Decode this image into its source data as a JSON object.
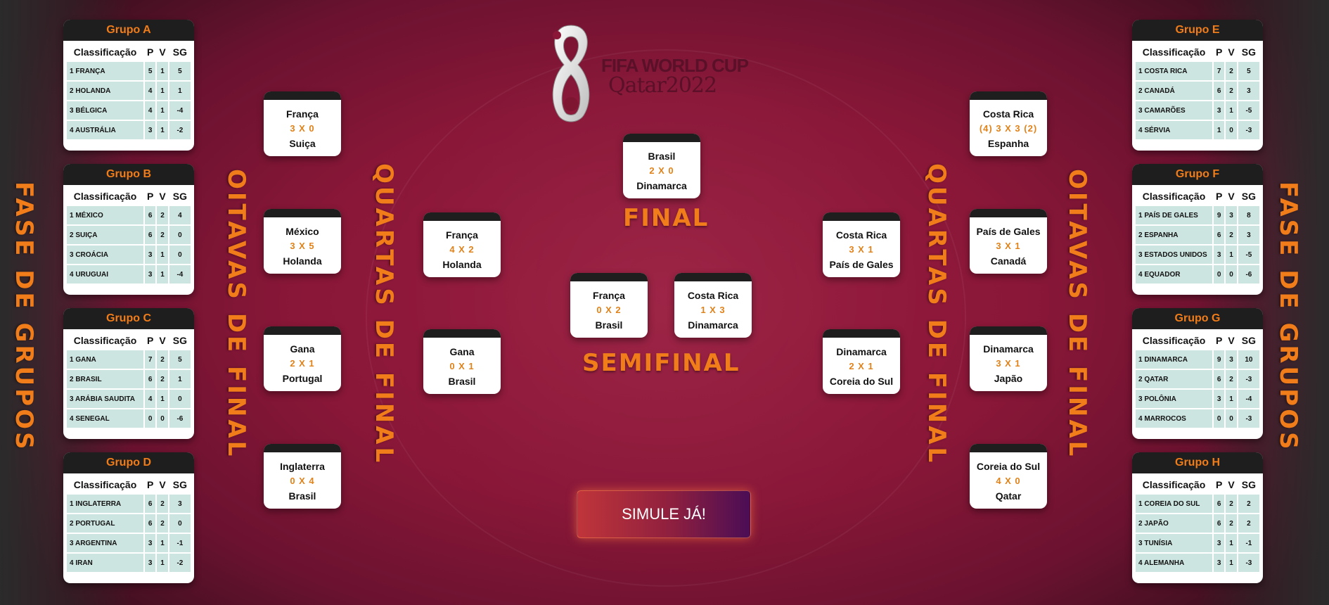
{
  "labels": {
    "fase_grupos": "FASE DE GRUPOS",
    "oitavas": "OITAVAS DE FINAL",
    "quartas": "QUARTAS DE FINAL",
    "final": "FINAL",
    "semifinal": "SEMIFINAL",
    "simulate": "SIMULE JÁ!",
    "logo_line1": "FIFA WORLD CUP",
    "logo_line2": "Qatar2022"
  },
  "table_headers": {
    "c": "Classificação",
    "p": "P",
    "v": "V",
    "sg": "SG"
  },
  "groups": [
    {
      "title": "Grupo A",
      "rows": [
        [
          "1 FRANÇA",
          "5",
          "1",
          "5"
        ],
        [
          "2 HOLANDA",
          "4",
          "1",
          "1"
        ],
        [
          "3 BÉLGICA",
          "4",
          "1",
          "-4"
        ],
        [
          "4 AUSTRÁLIA",
          "3",
          "1",
          "-2"
        ]
      ]
    },
    {
      "title": "Grupo B",
      "rows": [
        [
          "1 MÉXICO",
          "6",
          "2",
          "4"
        ],
        [
          "2 SUIÇA",
          "6",
          "2",
          "0"
        ],
        [
          "3 CROÁCIA",
          "3",
          "1",
          "0"
        ],
        [
          "4 URUGUAI",
          "3",
          "1",
          "-4"
        ]
      ]
    },
    {
      "title": "Grupo C",
      "rows": [
        [
          "1 GANA",
          "7",
          "2",
          "5"
        ],
        [
          "2 BRASIL",
          "6",
          "2",
          "1"
        ],
        [
          "3 ARÁBIA SAUDITA",
          "4",
          "1",
          "0"
        ],
        [
          "4 SENEGAL",
          "0",
          "0",
          "-6"
        ]
      ]
    },
    {
      "title": "Grupo D",
      "rows": [
        [
          "1 INGLATERRA",
          "6",
          "2",
          "3"
        ],
        [
          "2 PORTUGAL",
          "6",
          "2",
          "0"
        ],
        [
          "3 ARGENTINA",
          "3",
          "1",
          "-1"
        ],
        [
          "4 IRAN",
          "3",
          "1",
          "-2"
        ]
      ]
    },
    {
      "title": "Grupo E",
      "rows": [
        [
          "1 COSTA RICA",
          "7",
          "2",
          "5"
        ],
        [
          "2 CANADÁ",
          "6",
          "2",
          "3"
        ],
        [
          "3 CAMARÕES",
          "3",
          "1",
          "-5"
        ],
        [
          "4 SÉRVIA",
          "1",
          "0",
          "-3"
        ]
      ]
    },
    {
      "title": "Grupo F",
      "rows": [
        [
          "1 PAÍS DE GALES",
          "9",
          "3",
          "8"
        ],
        [
          "2 ESPANHA",
          "6",
          "2",
          "3"
        ],
        [
          "3 ESTADOS UNIDOS",
          "3",
          "1",
          "-5"
        ],
        [
          "4 EQUADOR",
          "0",
          "0",
          "-6"
        ]
      ]
    },
    {
      "title": "Grupo G",
      "rows": [
        [
          "1 DINAMARCA",
          "9",
          "3",
          "10"
        ],
        [
          "2 QATAR",
          "6",
          "2",
          "-3"
        ],
        [
          "3 POLÔNIA",
          "3",
          "1",
          "-4"
        ],
        [
          "4 MARROCOS",
          "0",
          "0",
          "-3"
        ]
      ]
    },
    {
      "title": "Grupo H",
      "rows": [
        [
          "1 COREIA DO SUL",
          "6",
          "2",
          "2"
        ],
        [
          "2 JAPÃO",
          "6",
          "2",
          "2"
        ],
        [
          "3 TUNÍSIA",
          "3",
          "1",
          "-1"
        ],
        [
          "4 ALEMANHA",
          "3",
          "1",
          "-3"
        ]
      ]
    }
  ],
  "matches": {
    "r16_left": [
      {
        "t1": "França",
        "score": "3 X 0",
        "t2": "Suiça"
      },
      {
        "t1": "México",
        "score": "3 X 5",
        "t2": "Holanda"
      },
      {
        "t1": "Gana",
        "score": "2 X 1",
        "t2": "Portugal"
      },
      {
        "t1": "Inglaterra",
        "score": "0 X 4",
        "t2": "Brasil"
      }
    ],
    "qf_left": [
      {
        "t1": "França",
        "score": "4 X 2",
        "t2": "Holanda"
      },
      {
        "t1": "Gana",
        "score": "0 X 1",
        "t2": "Brasil"
      }
    ],
    "sf": [
      {
        "t1": "França",
        "score": "0 X 2",
        "t2": "Brasil"
      },
      {
        "t1": "Costa Rica",
        "score": "1 X 3",
        "t2": "Dinamarca"
      }
    ],
    "final": {
      "t1": "Brasil",
      "score": "2 X 0",
      "t2": "Dinamarca"
    },
    "qf_right": [
      {
        "t1": "Costa Rica",
        "score": "3 X 1",
        "t2": "País de Gales"
      },
      {
        "t1": "Dinamarca",
        "score": "2 X 1",
        "t2": "Coreia do Sul"
      }
    ],
    "r16_right": [
      {
        "t1": "Costa Rica",
        "score": "(4) 3 X 3 (2)",
        "t2": "Espanha"
      },
      {
        "t1": "País de Gales",
        "score": "3 X 1",
        "t2": "Canadá"
      },
      {
        "t1": "Dinamarca",
        "score": "3 X 1",
        "t2": "Japão"
      },
      {
        "t1": "Coreia do Sul",
        "score": "4 X 0",
        "t2": "Qatar"
      }
    ]
  },
  "colors": {
    "accent": "#f07c1a",
    "background": "#8a1738",
    "cell": "#cde5e0",
    "header": "#1e1e1e"
  }
}
